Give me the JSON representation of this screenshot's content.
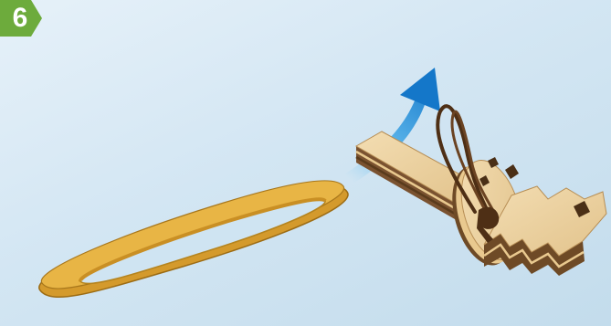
{
  "step": {
    "number": "6",
    "badge_color": "#6dab3c"
  },
  "illustration": {
    "objects": [
      "rubber-band",
      "wooden-key-piece",
      "cord-loop",
      "direction-arrow"
    ],
    "colors": {
      "rubber_band": "#e0aa38",
      "wood_light": "#ebd3a4",
      "wood_dark": "#6e4a26",
      "cord": "#4e2f15",
      "arrow": "#1f93dd"
    }
  }
}
